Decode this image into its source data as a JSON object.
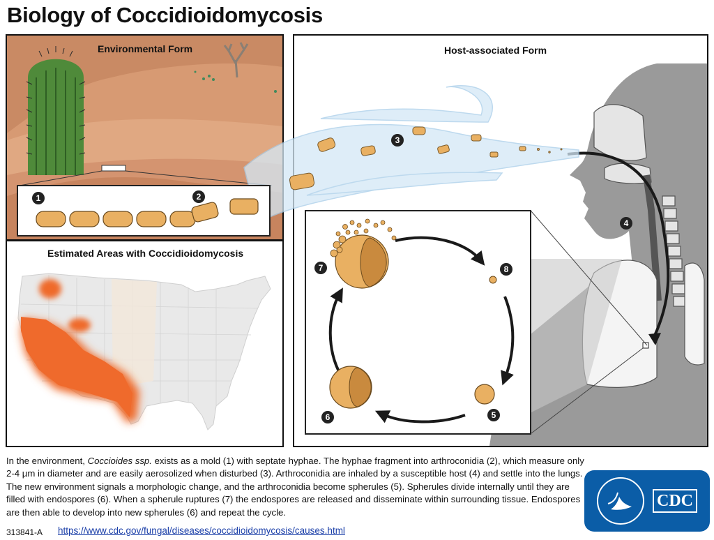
{
  "title": "Biology of Coccidioidomycosis",
  "panels": {
    "environmental": "Environmental Form",
    "map": "Estimated Areas with Coccidioidomycosis",
    "host": "Host-associated Form"
  },
  "steps": [
    "1",
    "2",
    "3",
    "4",
    "5",
    "6",
    "7",
    "8"
  ],
  "caption": {
    "part1": "In the environment, ",
    "organism": "Coccioides ssp.",
    "part2": " exists as a mold (1) with septate hyphae. The hyphae fragment into arthroconidia (2), which measure only 2-4 µm in diameter and are easily aerosolized when disturbed (3). Arthroconidia are inhaled by a susceptible host (4) and settle into the lungs. The new environment signals a morphologic change, and the arthroconidia become spherules (5). Spherules divide internally until they are filled with endospores (6). When a spherule ruptures (7) the endospores are released and disseminate within surrounding tissue. Endospores are then able to develop into new spherules (6) and repeat the cycle."
  },
  "footer": {
    "code": "313841-A",
    "url": "https://www.cdc.gov/fungal/diseases/coccidioidomycosis/causes.html"
  },
  "logo": {
    "text": "CDC"
  },
  "colors": {
    "desert": "#c98a64",
    "cactus": "#4f8a3a",
    "spore": "#e9b062",
    "endemic": "#ef6a2c",
    "air": "#cfe6f5",
    "host": "#9a9a9a",
    "cdc_blue": "#0b5da7"
  }
}
